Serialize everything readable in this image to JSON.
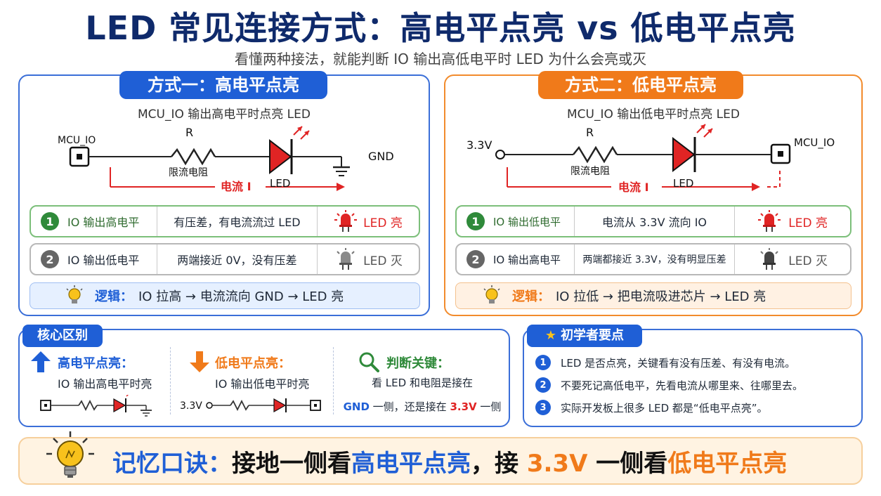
{
  "header": {
    "title": "LED 常见连接方式：高电平点亮 vs 低电平点亮",
    "subtitle": "看懂两种接法，就能判断 IO 输出高低电平时 LED 为什么会亮或灭"
  },
  "method1": {
    "tag": "方式一：高电平点亮",
    "caption": "MCU_IO 输出高电平时点亮 LED",
    "circuit": {
      "left_label": "MCU_IO",
      "r_label": "R",
      "r_sub": "限流电阻",
      "led_label": "LED",
      "right_label": "GND",
      "current_label": "电流 I"
    },
    "rows": [
      {
        "num": "1",
        "state": "IO 输出高电平",
        "desc": "有压差，有电流流过 LED",
        "result": "LED 亮"
      },
      {
        "num": "2",
        "state": "IO 输出低电平",
        "desc": "两端接近 0V，没有压差",
        "result": "LED 灭"
      }
    ],
    "logic_label": "逻辑：",
    "logic_text": "IO 拉高 → 电流流向 GND → LED 亮"
  },
  "method2": {
    "tag": "方式二：低电平点亮",
    "caption": "MCU_IO 输出低电平时点亮 LED",
    "circuit": {
      "left_label": "3.3V",
      "r_label": "R",
      "r_sub": "限流电阻",
      "led_label": "LED",
      "right_label": "MCU_IO",
      "current_label": "电流 I"
    },
    "rows": [
      {
        "num": "1",
        "state": "IO 输出低电平",
        "desc": "电流从 3.3V 流向 IO",
        "result": "LED 亮"
      },
      {
        "num": "2",
        "state": "IO 输出高电平",
        "desc": "两端都接近 3.3V，没有明显压差",
        "result": "LED 灭"
      }
    ],
    "logic_label": "逻辑：",
    "logic_text": "IO 拉低 → 把电流吸进芯片 → LED 亮"
  },
  "core": {
    "tag": "核心区别",
    "high": {
      "title": "高电平点亮：",
      "desc": "IO 输出高电平时亮"
    },
    "low": {
      "title": "低电平点亮：",
      "desc": "IO 输出低电平时亮",
      "vlabel": "3.3V"
    },
    "key": {
      "title": "判断关键：",
      "line1": "看 LED 和电阻是接在",
      "gnd": "GND",
      "mid": " 一侧，还是接在 ",
      "v33": "3.3V",
      "end": " 一侧"
    }
  },
  "tips": {
    "tag": "初学者要点",
    "items": [
      {
        "num": "1",
        "text": "LED 是否点亮，关键看有没有压差、有没有电流。"
      },
      {
        "num": "2",
        "text": "不要死记高低电平，先看电流从哪里来、往哪里去。"
      },
      {
        "num": "3",
        "text": "实际开发板上很多 LED 都是“低电平点亮”。"
      }
    ]
  },
  "motto": {
    "label": "记忆口诀：",
    "p1": "接地一侧看",
    "p2": "高电平点亮",
    "p3": "，接 ",
    "p4": "3.3V",
    "p5": " 一侧看",
    "p6": "低电平点亮"
  },
  "colors": {
    "navy": "#0f2a6b",
    "blue": "#1f5fd6",
    "orange": "#f07a1a",
    "red": "#e02424",
    "green": "#2f8a3a"
  }
}
